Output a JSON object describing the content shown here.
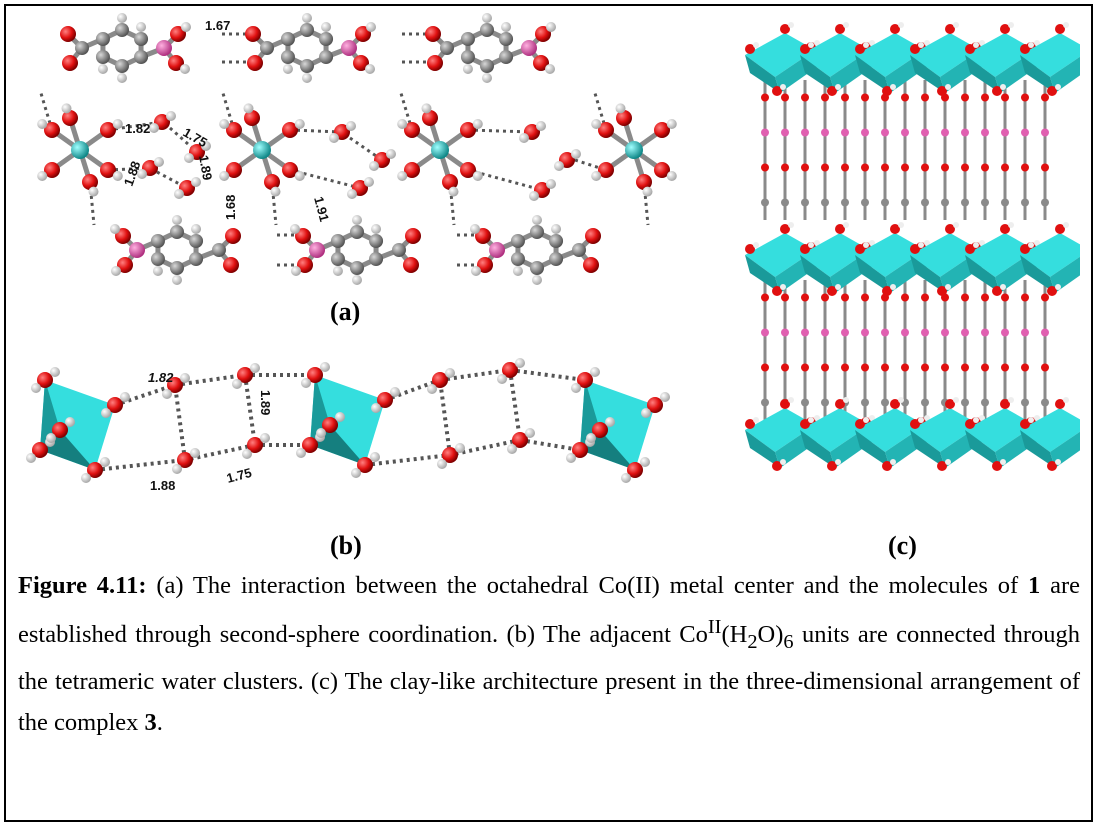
{
  "panel_a": {
    "label": "(a)",
    "distances": [
      "1.67",
      "1.82",
      "1.75",
      "1.89",
      "1.88",
      "1.68",
      "1.91"
    ]
  },
  "panel_b": {
    "label": "(b)",
    "distances": [
      "1.82",
      "1.89",
      "1.88",
      "1.75"
    ]
  },
  "panel_c": {
    "label": "(c)"
  },
  "caption": {
    "figure_label": "Figure 4.11:",
    "text_1": " (a) The interaction between the octahedral Co(II) metal center and the molecules of ",
    "compound_1": "1",
    "text_2": " are established through second-sphere coordination. (b) The adjacent Co",
    "sup_ii": "II",
    "text_3": "(H",
    "sub_2": "2",
    "text_4": "O)",
    "sub_6": "6",
    "text_5": " units are connected through the tetrameric water clusters. (c) The clay-like architecture present in the three-dimensional arrangement of the complex ",
    "compound_3": "3",
    "text_6": "."
  },
  "colors": {
    "oxygen": "#e01010",
    "hydrogen": "#f0f0f0",
    "carbon": "#8a8a8a",
    "boron": "#e060b0",
    "cobalt": "#20c0c0",
    "octahedron": "#35dede"
  }
}
